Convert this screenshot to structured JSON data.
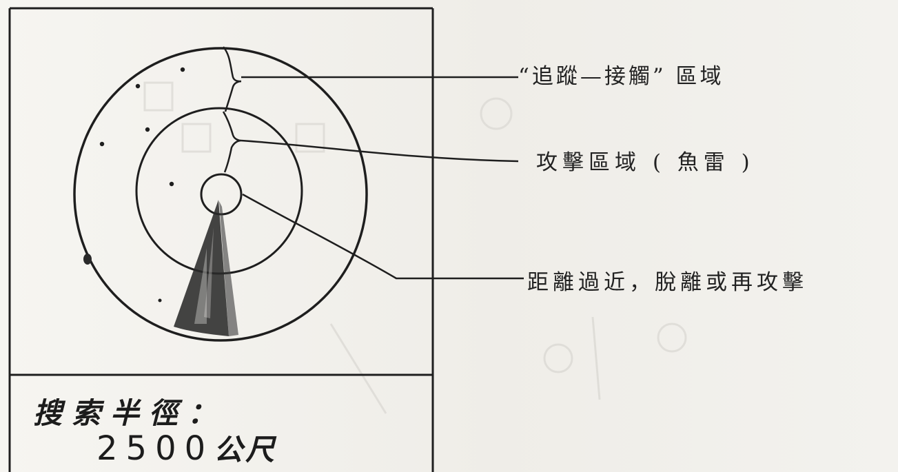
{
  "labels": {
    "tracking_contact": "“追蹤—接觸” 區域",
    "attack_zone": "攻擊區域 ( 魚雷 )",
    "too_close": "距離過近，脫離或再攻擊"
  },
  "caption": {
    "title": "搜索半徑：",
    "value": "2500",
    "unit": "公尺"
  }
}
